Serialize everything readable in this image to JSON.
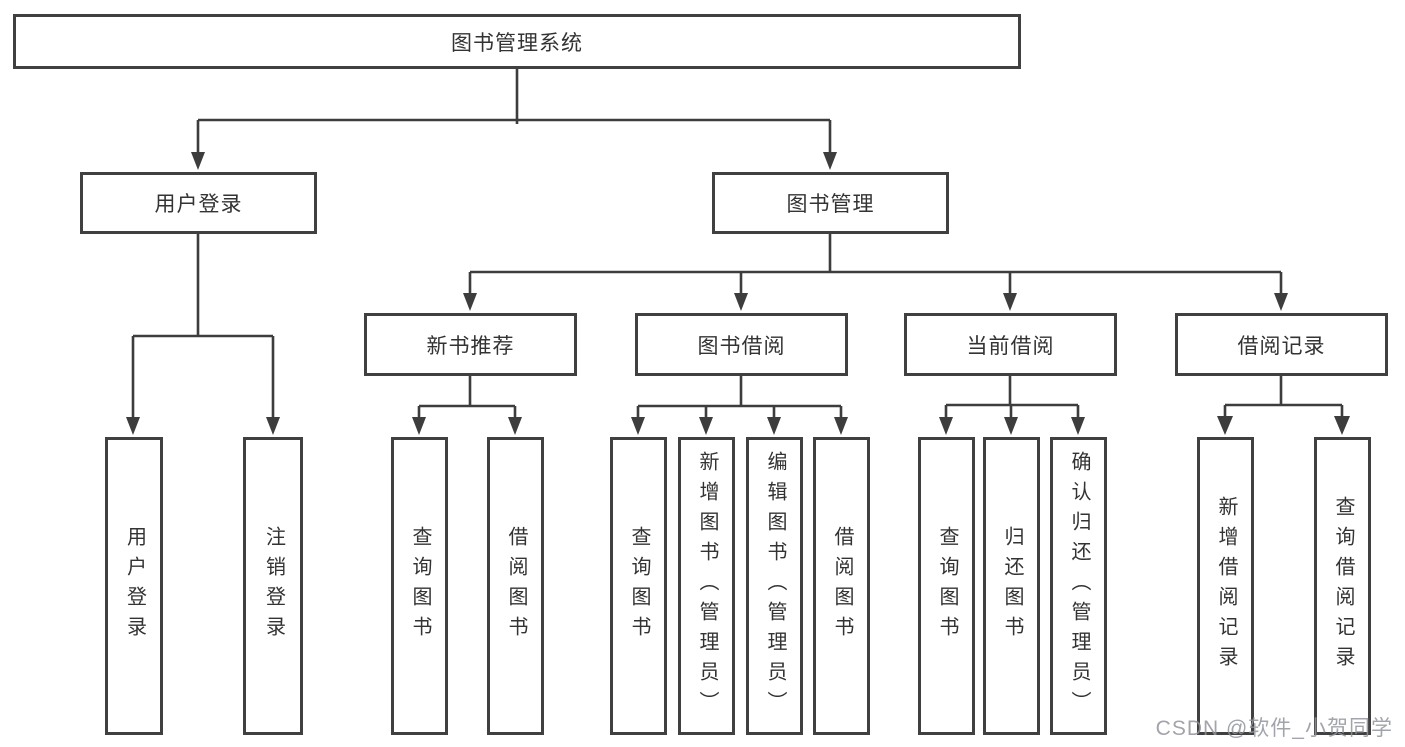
{
  "diagram": {
    "root": {
      "label": "图书管理系统"
    },
    "branches": [
      {
        "label": "用户登录",
        "children": [
          {
            "label": "用户登录"
          },
          {
            "label": "注销登录"
          }
        ]
      },
      {
        "label": "图书管理",
        "children": [
          {
            "label": "新书推荐",
            "children": [
              {
                "label": "查询图书"
              },
              {
                "label": "借阅图书"
              }
            ]
          },
          {
            "label": "图书借阅",
            "children": [
              {
                "label": "查询图书"
              },
              {
                "label": "新增图书（管理员）"
              },
              {
                "label": "编辑图书（管理员）"
              },
              {
                "label": "借阅图书"
              }
            ]
          },
          {
            "label": "当前借阅",
            "children": [
              {
                "label": "查询图书"
              },
              {
                "label": "归还图书"
              },
              {
                "label": "确认归还（管理员）"
              }
            ]
          },
          {
            "label": "借阅记录",
            "children": [
              {
                "label": "新增借阅记录"
              },
              {
                "label": "查询借阅记录"
              }
            ]
          }
        ]
      }
    ]
  },
  "watermark": {
    "text": "CSDN @软件_小贺同学"
  },
  "colors": {
    "line": "#3d3d3d",
    "border": "#404040",
    "text": "#333333",
    "watermark": "#91949b",
    "background": "#ffffff"
  }
}
